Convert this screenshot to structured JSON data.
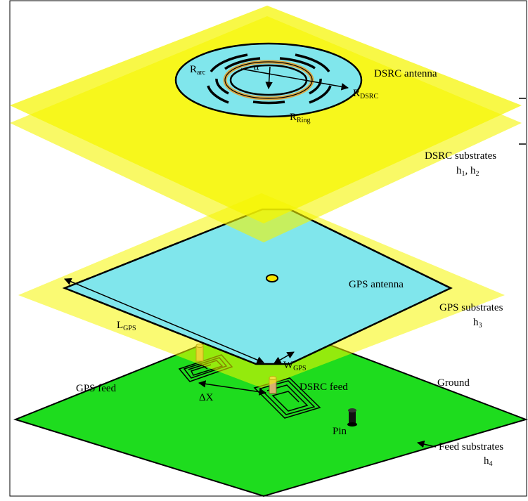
{
  "labels": {
    "r_arc": "R",
    "r_arc_sub": "arc",
    "alpha": "α",
    "r_dsrc": "R",
    "r_dsrc_sub": "DSRC",
    "r_ring": "R",
    "r_ring_sub": "Ring",
    "dsrc_antenna": "DSRC antenna",
    "dsrc_substrates": "DSRC substrates",
    "h1": "h",
    "h1_sub": "1",
    "h_sep": ", ",
    "h2": "h",
    "h2_sub": "2",
    "gps_antenna": "GPS antenna",
    "gps_substrates": "GPS substrates",
    "h3": "h",
    "h3_sub": "3",
    "l_gps": "L",
    "l_gps_sub": "GPS",
    "w_gps": "W",
    "w_gps_sub": "GPS",
    "gps_feed": "GPS feed",
    "delta_x": "ΔX",
    "dsrc_feed": "DSRC feed",
    "ground": "Ground",
    "pin": "Pin",
    "feed_substrates": "Feed substrates",
    "h4": "h",
    "h4_sub": "4"
  },
  "colors": {
    "substrate": "#f5f500",
    "patch": "#80e6ec",
    "ground": "#1edc1e",
    "outline": "#000000",
    "ring_gold": "#d9a640",
    "feed_post": "#d8b070"
  }
}
